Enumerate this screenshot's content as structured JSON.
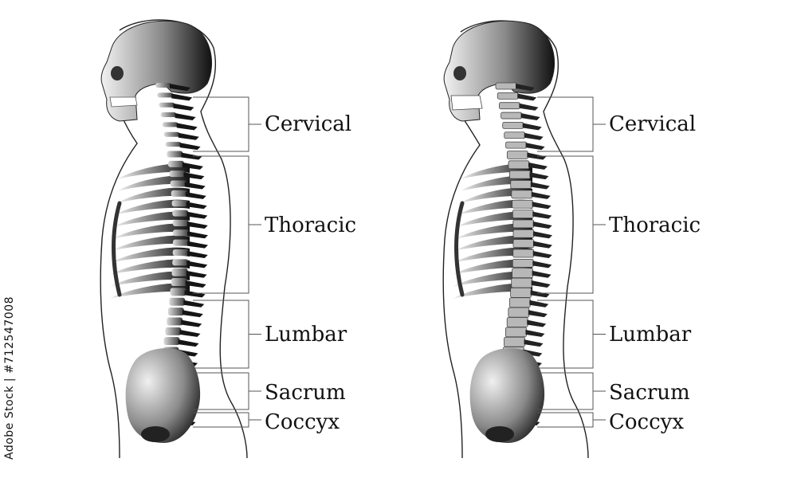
{
  "figures": [
    {
      "id": "left",
      "labels": [
        "Cervical",
        "Thoracic",
        "Lumbar",
        "Sacrum",
        "Coccyx"
      ]
    },
    {
      "id": "right",
      "labels": [
        "Cervical",
        "Thoracic",
        "Lumbar",
        "Sacrum",
        "Coccyx"
      ]
    }
  ],
  "watermark": {
    "stock_id": "Adobe Stock | #712547008"
  },
  "colors": {
    "outline": "#222222",
    "bone_dark": "#1a1a1a",
    "bone_light": "#e6e6e6"
  }
}
